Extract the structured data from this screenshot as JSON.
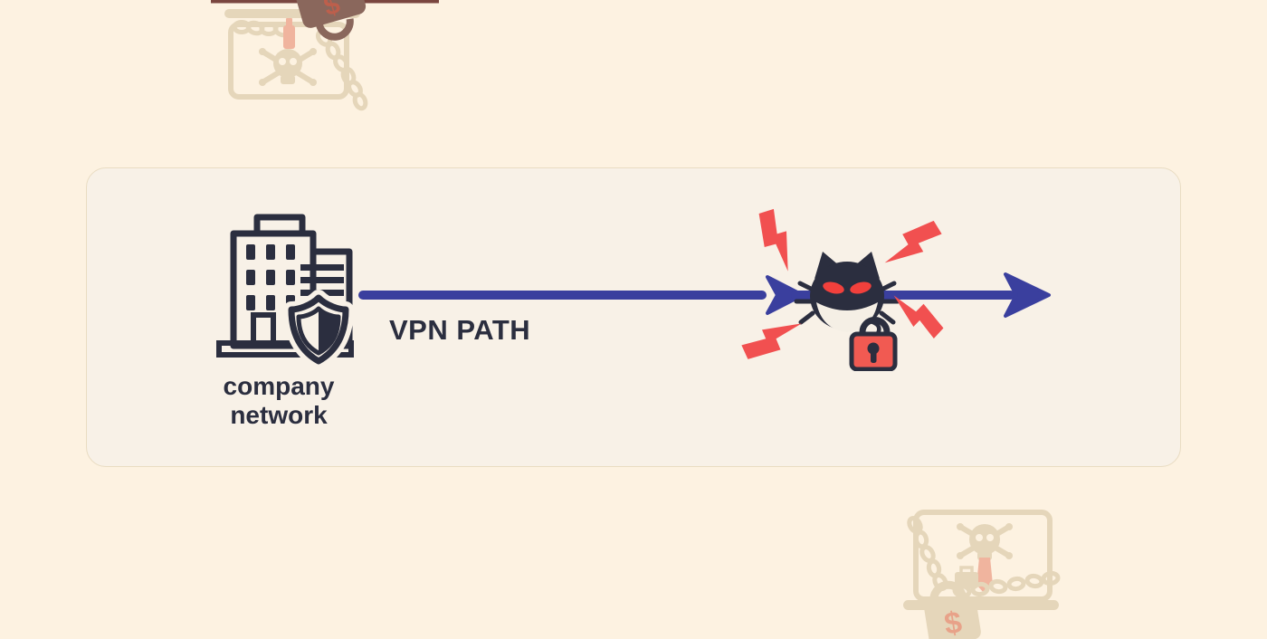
{
  "colors": {
    "bg": "#fdf2e1",
    "card-bg": "#f8f1e7",
    "card-border": "#e9dcc2",
    "ink": "#2b2e3f",
    "blue": "#3a3f9e",
    "red": "#f15050",
    "eye-red": "#f2403c",
    "lock-red": "#f15a52",
    "mouth": "#f5efe5",
    "wm-tan": "#e5d6ba",
    "wm-red": "#f0b49e",
    "wm-red2": "#e8a289",
    "wm-dark": "#8a675c",
    "wm-accent": "#bd5f4c",
    "wm-maroon": "#7a463f"
  },
  "card": {
    "path_label": "VPN PATH",
    "source_label": {
      "line1": "company",
      "line2": "network"
    }
  },
  "watermarks": {
    "dollar_symbol": "$"
  },
  "icons": [
    {
      "name": "company-network-icon",
      "depicts": "office building with security shield"
    },
    {
      "name": "vpn-path-arrow",
      "depicts": "blue right arrow with mid-path dart"
    },
    {
      "name": "malware-bug-icon",
      "depicts": "horned devil malware bug intercepting the path"
    },
    {
      "name": "padlock-icon",
      "depicts": "red padlock chained to the malware bug"
    },
    {
      "name": "lightning-bolt-icon",
      "depicts": "red alert lightning bolts radiating from the bug"
    },
    {
      "name": "ransomware-watermark",
      "depicts": "faded chained computer with skull, crossbones and dollar padlock"
    }
  ]
}
